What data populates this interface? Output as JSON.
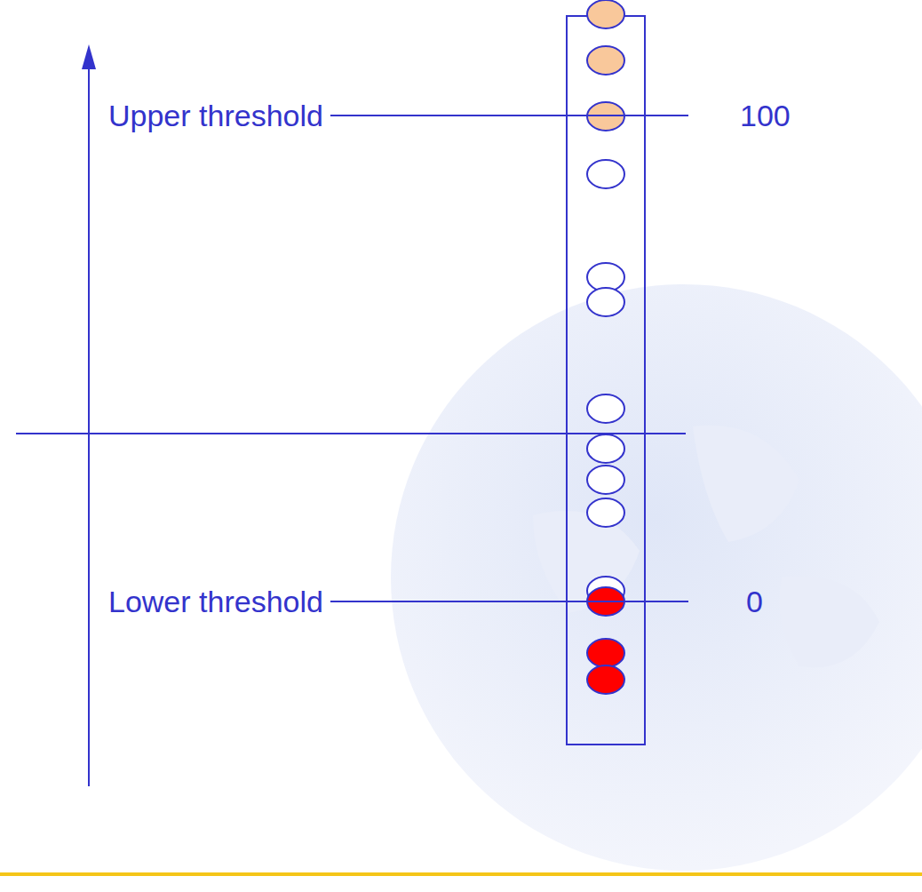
{
  "diagram": {
    "labels": [
      "Upper threshold",
      "100",
      "Lower threshold",
      "0"
    ]
  }
}
